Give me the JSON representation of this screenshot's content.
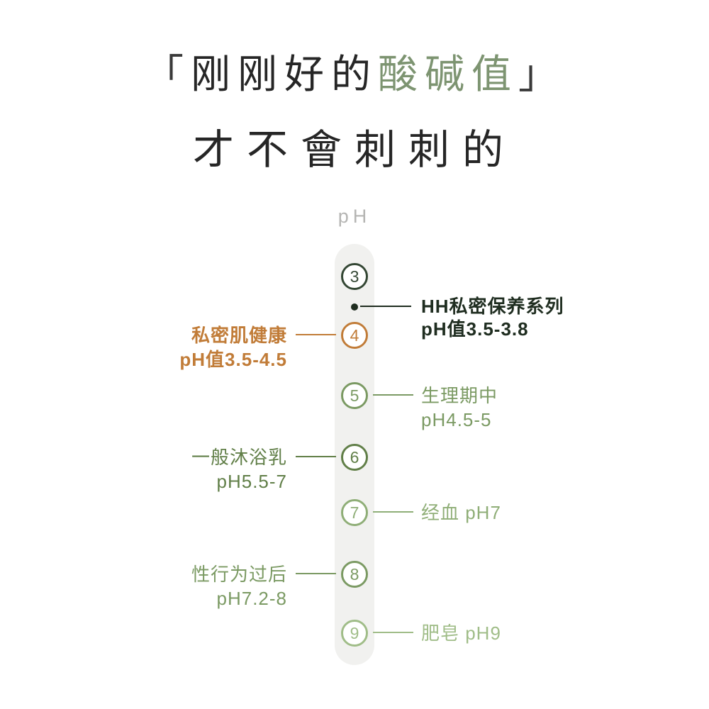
{
  "title": {
    "open_bracket": "「",
    "part1": "刚刚好的",
    "part2": "酸碱值",
    "close_bracket": "」",
    "line2": "才不會刺刺的"
  },
  "scale": {
    "axis_label": "pH",
    "markers": [
      {
        "number": "3",
        "color": "#344734"
      },
      {
        "number": "4",
        "color": "#c17c38",
        "label": {
          "side": "left",
          "lines": [
            "私密肌健康",
            "pH值3.5-4.5"
          ]
        }
      },
      {
        "number": "5",
        "color": "#7b9a63",
        "label": {
          "side": "right",
          "lines": [
            "生理期中",
            "pH4.5-5"
          ]
        }
      },
      {
        "number": "6",
        "color": "#617f48",
        "label": {
          "side": "left",
          "lines": [
            "一般沐浴乳",
            "pH5.5-7"
          ]
        }
      },
      {
        "number": "7",
        "color": "#8fae77",
        "label": {
          "side": "right",
          "lines": [
            "经血 pH7"
          ]
        }
      },
      {
        "number": "8",
        "color": "#7b9a63",
        "label": {
          "side": "left",
          "lines": [
            "性行为过后",
            "pH7.2-8"
          ]
        }
      },
      {
        "number": "9",
        "color": "#a0bd88",
        "label": {
          "side": "right",
          "lines": [
            "肥皂 pH9"
          ]
        }
      }
    ]
  },
  "callout": {
    "color": "#1f2d20",
    "lines": [
      "HH私密保养系列",
      "pH值3.5-3.8"
    ]
  },
  "colors": {
    "title_text": "#262626",
    "title_accent_green": "#7d9471",
    "axis_label_gray": "#b5b5b3",
    "bar_background": "#f1f1ef"
  }
}
